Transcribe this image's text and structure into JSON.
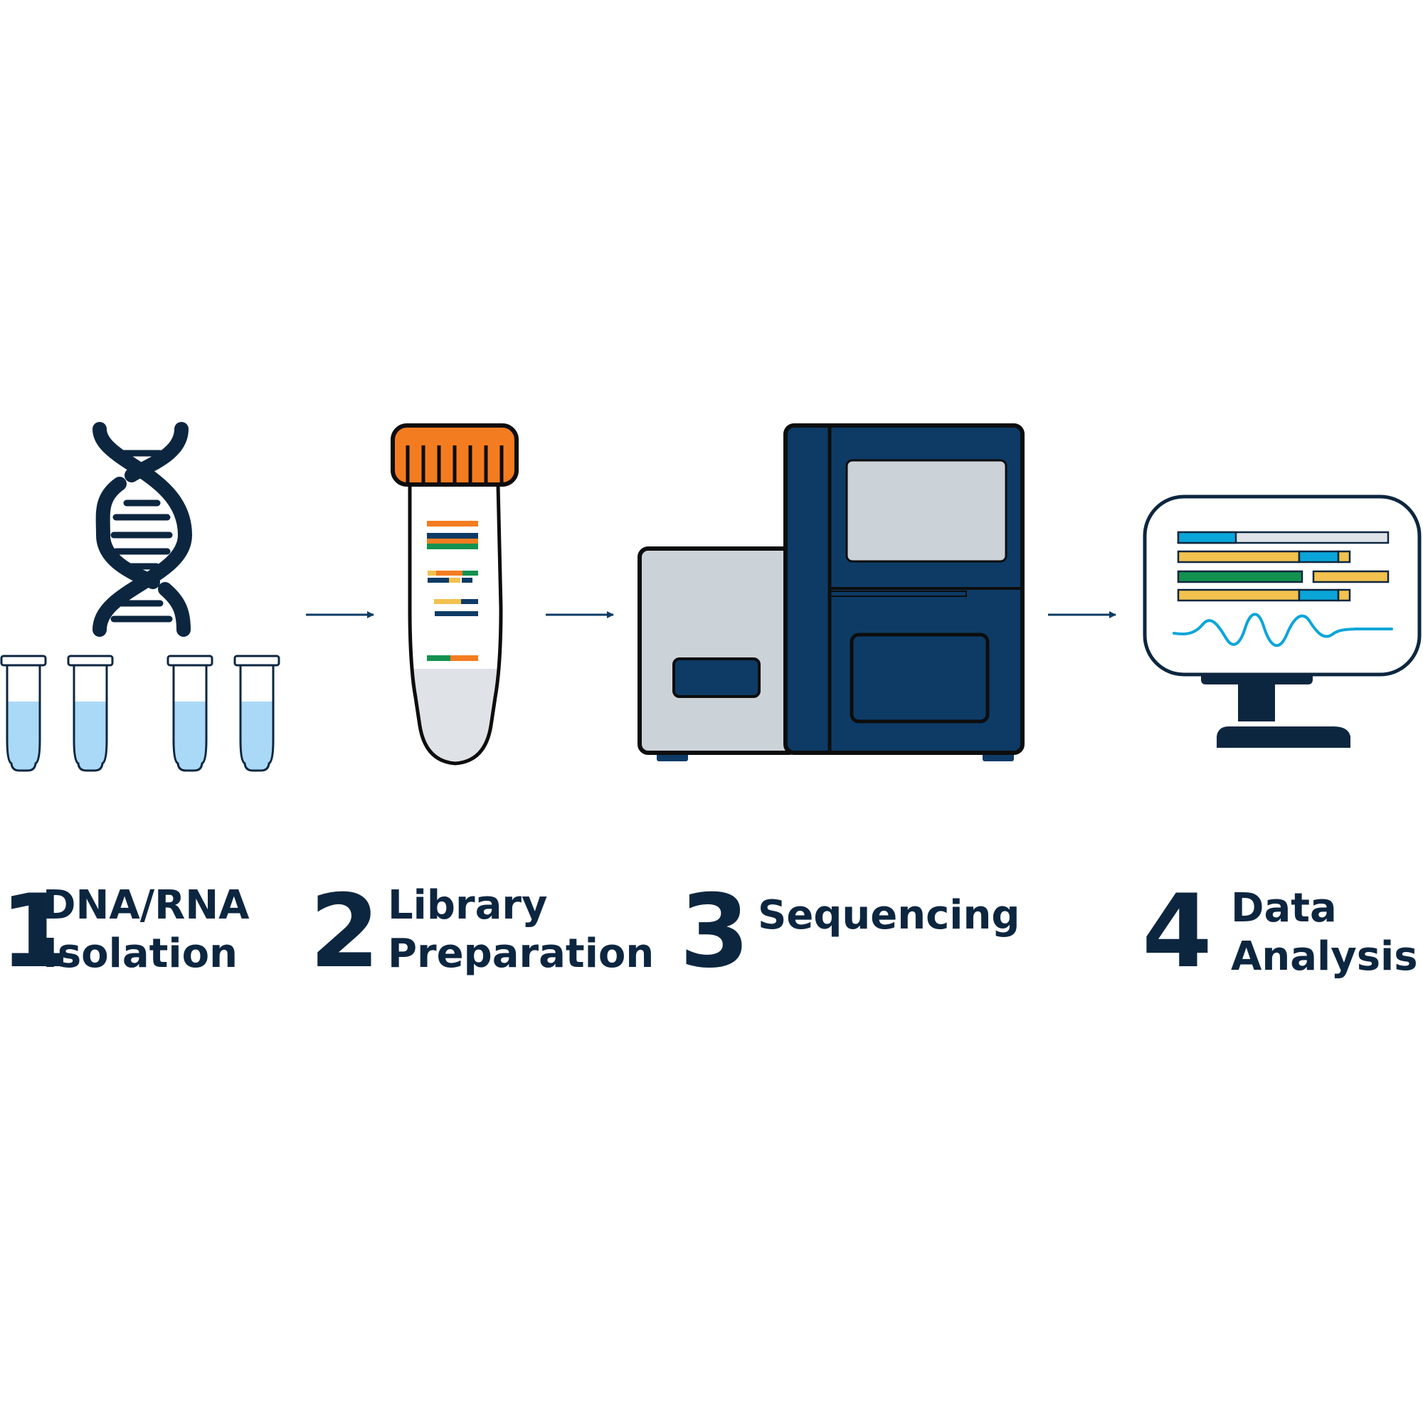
{
  "colors": {
    "navy": "#0d2640",
    "machine_blue": "#0d3b66",
    "orange": "#f47c20",
    "yellow": "#f2c14e",
    "green": "#13914f",
    "cyan": "#0aa5d9",
    "grey_panel": "#ccd3d8",
    "liquid": "#aad9f7"
  },
  "steps": [
    {
      "number": "1",
      "label_line1": "DNA/RNA",
      "label_line2": "Isolation",
      "icon": "dna-helix-and-tubes-icon"
    },
    {
      "number": "2",
      "label_line1": "Library",
      "label_line2": "Preparation",
      "icon": "sample-tube-icon"
    },
    {
      "number": "3",
      "label_line1": "Sequencing",
      "label_line2": "",
      "icon": "sequencer-machine-icon"
    },
    {
      "number": "4",
      "label_line1": "Data",
      "label_line2": "Analysis",
      "icon": "monitor-icon"
    }
  ]
}
